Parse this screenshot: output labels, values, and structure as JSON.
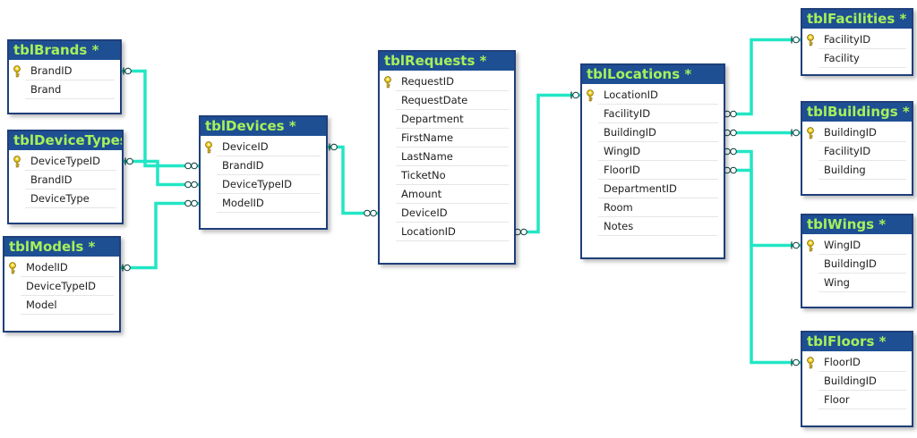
{
  "colors": {
    "header_bg": "#1e4f93",
    "header_text": "#a6f05a",
    "border": "#1f3f7a",
    "link": "#22e6c4",
    "key": "#f2cf1d"
  },
  "tables": [
    {
      "id": "brands",
      "title": "tblBrands *",
      "columns": [
        {
          "name": "BrandID",
          "key": true
        },
        {
          "name": "Brand",
          "key": false
        }
      ]
    },
    {
      "id": "devicetypes",
      "title": "tblDeviceTypes *",
      "columns": [
        {
          "name": "DeviceTypeID",
          "key": true
        },
        {
          "name": "BrandID",
          "key": false
        },
        {
          "name": "DeviceType",
          "key": false
        }
      ]
    },
    {
      "id": "models",
      "title": "tblModels *",
      "columns": [
        {
          "name": "ModelID",
          "key": true
        },
        {
          "name": "DeviceTypeID",
          "key": false
        },
        {
          "name": "Model",
          "key": false
        }
      ]
    },
    {
      "id": "devices",
      "title": "tblDevices *",
      "columns": [
        {
          "name": "DeviceID",
          "key": true
        },
        {
          "name": "BrandID",
          "key": false
        },
        {
          "name": "DeviceTypeID",
          "key": false
        },
        {
          "name": "ModelID",
          "key": false
        }
      ]
    },
    {
      "id": "requests",
      "title": "tblRequests *",
      "columns": [
        {
          "name": "RequestID",
          "key": true
        },
        {
          "name": "RequestDate",
          "key": false
        },
        {
          "name": "Department",
          "key": false
        },
        {
          "name": "FirstName",
          "key": false
        },
        {
          "name": "LastName",
          "key": false
        },
        {
          "name": "TicketNo",
          "key": false
        },
        {
          "name": "Amount",
          "key": false
        },
        {
          "name": "DeviceID",
          "key": false
        },
        {
          "name": "LocationID",
          "key": false
        }
      ]
    },
    {
      "id": "locations",
      "title": "tblLocations *",
      "columns": [
        {
          "name": "LocationID",
          "key": true
        },
        {
          "name": "FacilityID",
          "key": false
        },
        {
          "name": "BuildingID",
          "key": false
        },
        {
          "name": "WingID",
          "key": false
        },
        {
          "name": "FloorID",
          "key": false
        },
        {
          "name": "DepartmentID",
          "key": false
        },
        {
          "name": "Room",
          "key": false
        },
        {
          "name": "Notes",
          "key": false
        }
      ]
    },
    {
      "id": "facilities",
      "title": "tblFacilities *",
      "columns": [
        {
          "name": "FacilityID",
          "key": true
        },
        {
          "name": "Facility",
          "key": false
        }
      ]
    },
    {
      "id": "buildings",
      "title": "tblBuildings *",
      "columns": [
        {
          "name": "BuildingID",
          "key": true
        },
        {
          "name": "FacilityID",
          "key": false
        },
        {
          "name": "Building",
          "key": false
        }
      ]
    },
    {
      "id": "wings",
      "title": "tblWings *",
      "columns": [
        {
          "name": "WingID",
          "key": true
        },
        {
          "name": "BuildingID",
          "key": false
        },
        {
          "name": "Wing",
          "key": false
        }
      ]
    },
    {
      "id": "floors",
      "title": "tblFloors *",
      "columns": [
        {
          "name": "FloorID",
          "key": true
        },
        {
          "name": "BuildingID",
          "key": false
        },
        {
          "name": "Floor",
          "key": false
        }
      ]
    }
  ],
  "relationships": [
    {
      "from": "brands",
      "from_col": "BrandID",
      "to": "devices",
      "to_col": "BrandID"
    },
    {
      "from": "devicetypes",
      "from_col": "DeviceTypeID",
      "to": "devices",
      "to_col": "DeviceTypeID"
    },
    {
      "from": "models",
      "from_col": "ModelID",
      "to": "devices",
      "to_col": "ModelID"
    },
    {
      "from": "devices",
      "from_col": "DeviceID",
      "to": "requests",
      "to_col": "DeviceID"
    },
    {
      "from": "locations",
      "from_col": "LocationID",
      "to": "requests",
      "to_col": "LocationID"
    },
    {
      "from": "facilities",
      "from_col": "FacilityID",
      "to": "locations",
      "to_col": "FacilityID"
    },
    {
      "from": "buildings",
      "from_col": "BuildingID",
      "to": "locations",
      "to_col": "BuildingID"
    },
    {
      "from": "wings",
      "from_col": "WingID",
      "to": "locations",
      "to_col": "WingID"
    },
    {
      "from": "floors",
      "from_col": "FloorID",
      "to": "locations",
      "to_col": "FloorID"
    }
  ]
}
